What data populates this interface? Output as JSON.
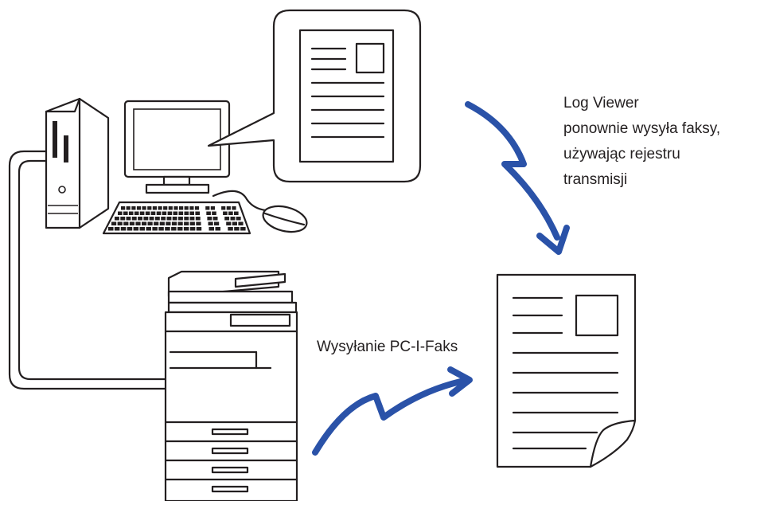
{
  "labels": {
    "log_viewer": [
      "Log Viewer",
      "ponownie wysyła faksy,",
      "używając rejestru",
      "transmisji"
    ],
    "pc_fax": "Wysyłanie PC-I-Faks"
  },
  "colors": {
    "arrow": "#2a52a8",
    "outline": "#231f20",
    "background": "#ffffff"
  },
  "icons": [
    "pc-tower-icon",
    "monitor-icon",
    "keyboard-icon",
    "mouse-icon",
    "speech-bubble-document-icon",
    "printer-mfp-icon",
    "fax-document-icon",
    "lightning-arrow-icon"
  ]
}
